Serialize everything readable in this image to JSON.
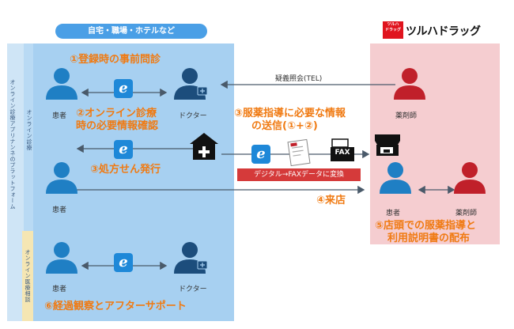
{
  "banner": "自宅・職場・ホテルなど",
  "brand": {
    "name": "ツルハドラッグ",
    "mark_line1": "ツルハ",
    "mark_line2": "ドラッグ"
  },
  "side_labels": {
    "platform": "オンライン診療アプリナンネのプラットフォーム",
    "clinic": "オンライン診療",
    "consult": "オンライン医療相談"
  },
  "steps": {
    "s1": "①登録時の事前問診",
    "s2_line1": "②オンライン診療",
    "s2_line2": "時の必要情報確認",
    "s3_line1": "③服薬指導に必要な情報",
    "s3_line2": "の送信(①+②)",
    "s3b": "③処方せん発行",
    "s4": "④来店",
    "s5_line1": "⑤店頭での服薬指導と",
    "s5_line2": "利用説明書の配布",
    "s6": "⑥経過観察とアフターサポート"
  },
  "roles": {
    "patient": "患者",
    "doctor": "ドクター",
    "pharmacist": "薬剤師"
  },
  "inquiry": "疑義照会(TEL)",
  "digital_fax": "デジタル→FAXデータに変換",
  "fax_label": "FAX",
  "ie_glyph": "e",
  "colors": {
    "orange": "#f07a12",
    "patient_blue": "#1f7fc4",
    "doctor_navy": "#1c4d7c",
    "pharmacist_red": "#c0202a",
    "zone_blue": "#a7d0f1",
    "zone_pink": "#f5cdd0",
    "arrow": "#4a5a6a"
  }
}
